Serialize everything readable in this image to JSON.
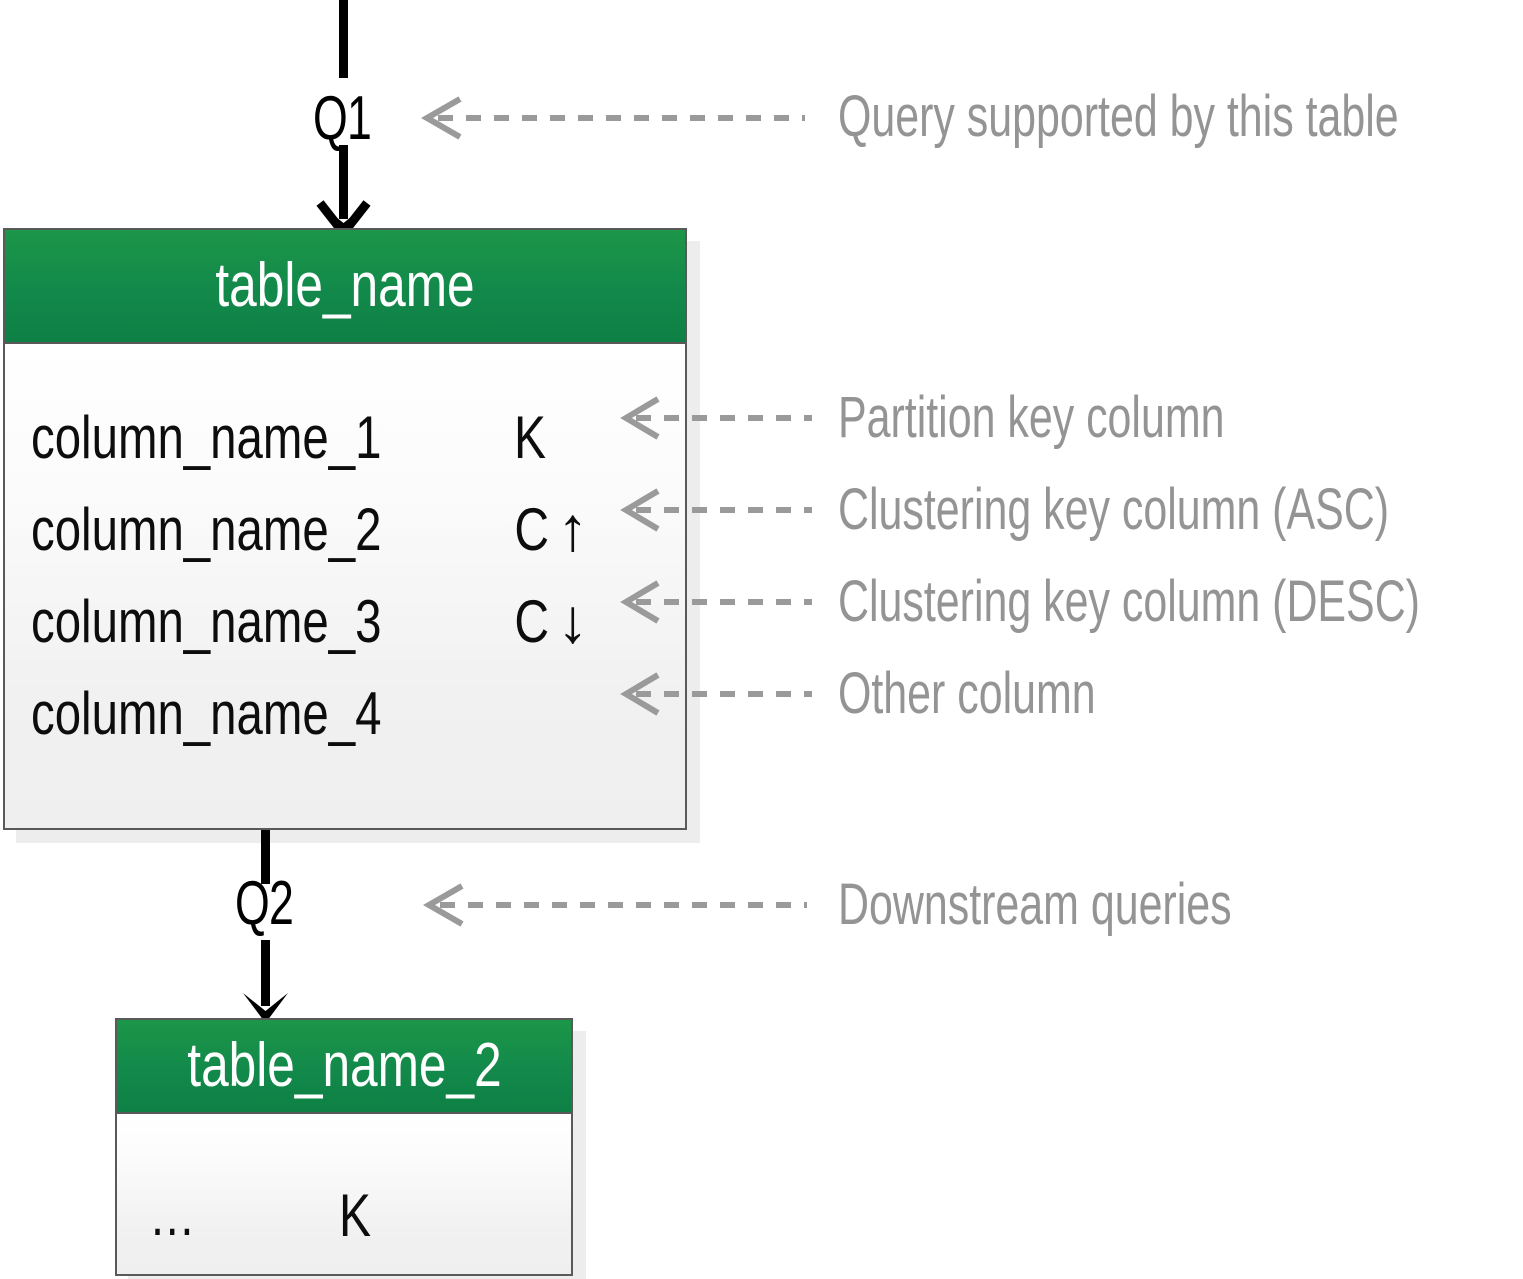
{
  "diagram": {
    "title": "Cassandra chebotko-style table diagram legend",
    "colors": {
      "header_green": "#12894a",
      "border_gray": "#595959",
      "annotation_gray": "#949494",
      "text_black": "#0d0d0d",
      "body_gradient_top": "#ffffff",
      "body_gradient_bottom": "#efefef"
    }
  },
  "flow": {
    "incoming_query_label": "Q1",
    "outgoing_query_label": "Q2"
  },
  "main_table": {
    "name": "table_name",
    "columns": [
      {
        "name": "column_name_1",
        "kind": "K",
        "order": ""
      },
      {
        "name": "column_name_2",
        "kind": "C",
        "order": "↑"
      },
      {
        "name": "column_name_3",
        "kind": "C",
        "order": "↓"
      },
      {
        "name": "column_name_4",
        "kind": "",
        "order": ""
      }
    ]
  },
  "secondary_table": {
    "name": "table_name_2",
    "columns": [
      {
        "name": "…",
        "kind": "K",
        "order": ""
      }
    ]
  },
  "annotations": [
    {
      "id": "query-supported",
      "text": "Query supported by this table"
    },
    {
      "id": "partition-key",
      "text": "Partition key column"
    },
    {
      "id": "clustering-key-asc",
      "text": "Clustering key column (ASC)"
    },
    {
      "id": "clustering-key-desc",
      "text": "Clustering key column (DESC)"
    },
    {
      "id": "other-column",
      "text": "Other column"
    },
    {
      "id": "downstream-queries",
      "text": "Downstream queries"
    }
  ]
}
